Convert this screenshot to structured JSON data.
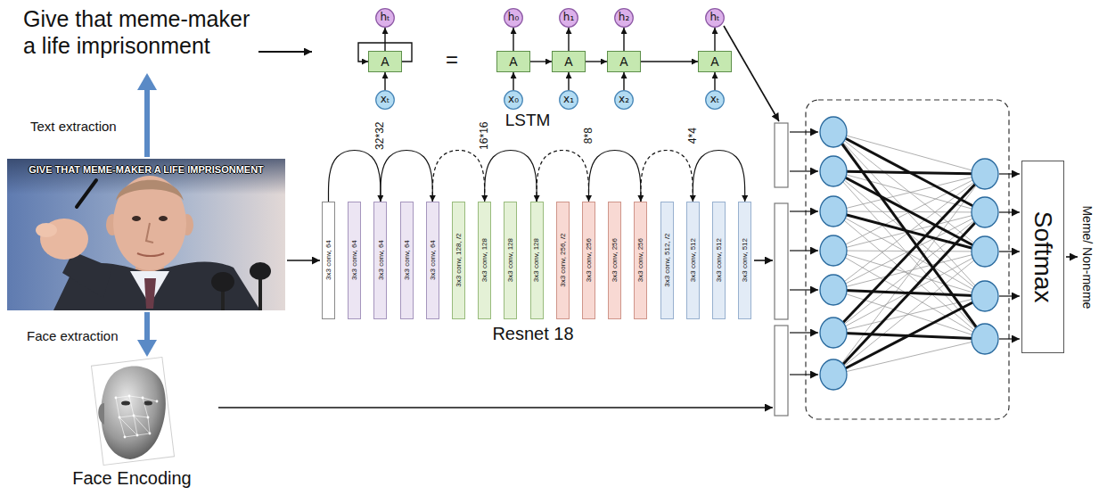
{
  "diagram": {
    "nodes": [
      {
        "text": [
          "hₜ"
        ]
      },
      {
        "text": [
          "A"
        ]
      },
      {
        "text": [
          "xₜ"
        ]
      },
      {
        "text": [
          "h₀"
        ]
      },
      {
        "text": [
          "A"
        ]
      },
      {
        "text": [
          "x₀"
        ]
      },
      {
        "text": [
          "h₁"
        ]
      },
      {
        "text": [
          "A"
        ]
      },
      {
        "text": [
          "x₁"
        ]
      },
      {
        "text": [
          "h₂"
        ]
      },
      {
        "text": [
          "A"
        ]
      },
      {
        "text": [
          "x₂"
        ]
      },
      {
        "text": [
          "hₜ"
        ]
      },
      {
        "text": [
          "A"
        ]
      },
      {
        "text": [
          "xₜ"
        ]
      },
      {
        "text": [
          "3x3 conv, 64"
        ]
      },
      {
        "text": [
          "3x3 conv, 64"
        ]
      },
      {
        "text": [
          "3x3 conv, 64"
        ]
      },
      {
        "text": [
          "3x3 conv, 64"
        ]
      },
      {
        "text": [
          "3x3 conv, 64"
        ]
      },
      {
        "text": [
          "3x3 conv, 128, /2"
        ]
      },
      {
        "text": [
          "3x3 conv, 128"
        ]
      },
      {
        "text": [
          "3x3 conv, 128"
        ]
      },
      {
        "text": [
          "3x3 conv, 128"
        ]
      },
      {
        "text": [
          "3x3 conv, 256, /2"
        ]
      },
      {
        "text": [
          "3x3 conv, 256"
        ]
      },
      {
        "text": [
          "3x3 conv, 256"
        ]
      },
      {
        "text": [
          "3x3 conv, 256"
        ]
      },
      {
        "text": [
          "3x3 conv, 512, /2"
        ]
      },
      {
        "text": [
          "3x3 conv, 512"
        ]
      },
      {
        "text": [
          "3x3 conv, 512"
        ]
      },
      {
        "text": [
          "3x3 conv, 512"
        ]
      },
      {
        "text": [
          "Softmax"
        ]
      }
    ],
    "edges": [
      {
        "from": 2,
        "to": 1,
        "arrow": "to"
      },
      {
        "from": 1,
        "to": 0,
        "arrow": "to"
      },
      {
        "from": 1,
        "to": 1,
        "arrow": "to"
      },
      {
        "from": 5,
        "to": 4,
        "arrow": "to"
      },
      {
        "from": 4,
        "to": 3,
        "arrow": "to"
      },
      {
        "from": 4,
        "to": 7,
        "arrow": "to"
      },
      {
        "from": 8,
        "to": 7,
        "arrow": "to"
      },
      {
        "from": 7,
        "to": 6,
        "arrow": "to"
      },
      {
        "from": 7,
        "to": 10,
        "arrow": "to"
      },
      {
        "from": 11,
        "to": 10,
        "arrow": "to"
      },
      {
        "from": 10,
        "to": 9,
        "arrow": "to"
      },
      {
        "from": 10,
        "to": 13,
        "arrow": "to"
      },
      {
        "from": 14,
        "to": 13,
        "arrow": "to"
      },
      {
        "from": 13,
        "to": 12,
        "arrow": "to"
      },
      {
        "from": 15,
        "to": 17,
        "arrow": "to"
      },
      {
        "from": 17,
        "to": 19,
        "arrow": "to"
      },
      {
        "from": 19,
        "to": 21,
        "arrow": "to"
      },
      {
        "from": 21,
        "to": 23,
        "arrow": "to"
      },
      {
        "from": 23,
        "to": 25,
        "arrow": "to"
      },
      {
        "from": 25,
        "to": 27,
        "arrow": "to"
      },
      {
        "from": 27,
        "to": 29,
        "arrow": "to"
      },
      {
        "from": 29,
        "to": 31,
        "arrow": "to"
      }
    ],
    "labels": [
      "Give that meme-maker a life imprisonment",
      "=",
      "LSTM",
      "Text extraction",
      "GIVE THAT MEME-MAKER A LIFE IMPRISONMENT",
      "32*32",
      "16*16",
      "8*8",
      "4*4",
      "Resnet 18",
      "Face extraction",
      "Face Encoding",
      "Meme/ Non-meme"
    ]
  }
}
